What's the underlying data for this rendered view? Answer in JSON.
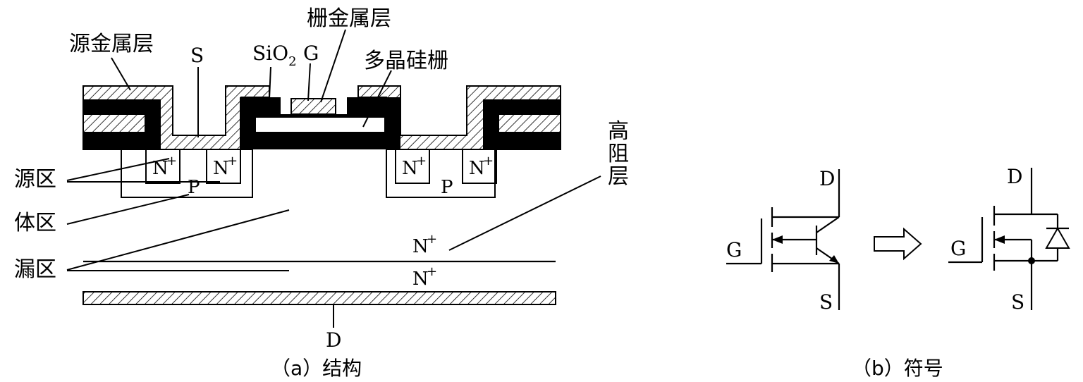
{
  "structure": {
    "labels": {
      "source_metal": "源金属层",
      "S": "S",
      "SiO2_prefix": "SiO",
      "SiO2_sub": "2",
      "G": "G",
      "gate_metal": "栅金属层",
      "poly_gate": "多晶硅栅",
      "source_region": "源区",
      "body_region": "体区",
      "drain_region": "漏区",
      "high_res_1": "高",
      "high_res_2": "阻",
      "high_res_3": "层",
      "nplus_1": "N",
      "nplus_2": "N",
      "nplus_3": "N",
      "nplus_4": "N",
      "plus": "+",
      "p_left": "P",
      "p_right": "P",
      "n_drift": "N",
      "n_sub": "N",
      "D": "D"
    },
    "caption": "（a）结构"
  },
  "symbol": {
    "D1": "D",
    "G1": "G",
    "S1": "S",
    "D2": "D",
    "G2": "G",
    "S2": "S",
    "caption": "（b）符号"
  }
}
